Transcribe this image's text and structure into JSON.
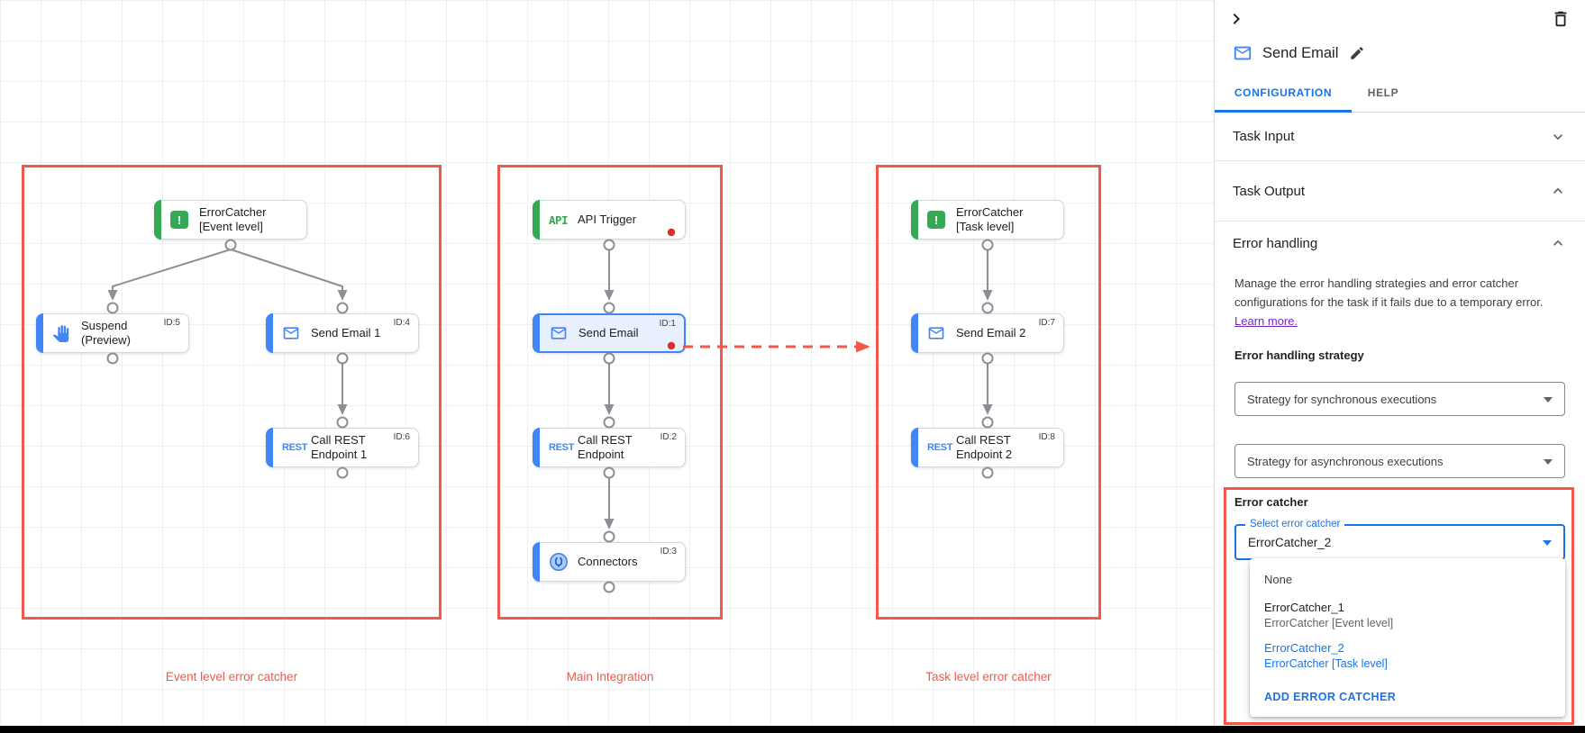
{
  "colors": {
    "annotation_red": "#f2594b",
    "accent_blue": "#1a73e8",
    "node_blue": "#4285f4",
    "node_green": "#34a853",
    "selected_node_bg": "#e8f0fe",
    "edge_gray": "#8a9096",
    "error_dot_red": "#d93025",
    "learn_more_purple": "#7627bb"
  },
  "canvas": {
    "captions": [
      "Event level error catcher",
      "Main Integration",
      "Task level error catcher"
    ],
    "nodes": {
      "ec_event": {
        "label": "ErrorCatcher\n[Event level]",
        "id": "",
        "icon_text": "!"
      },
      "suspend": {
        "label": "Suspend\n(Preview)",
        "id": "ID:5"
      },
      "send_email_1": {
        "label": "Send Email 1",
        "id": "ID:4"
      },
      "call_rest_1": {
        "label": "Call REST\nEndpoint 1",
        "id": "ID:6",
        "icon_text": "REST"
      },
      "api_trigger": {
        "label": "API Trigger",
        "id": "",
        "icon_text": "API"
      },
      "send_email": {
        "label": "Send Email",
        "id": "ID:1"
      },
      "call_rest": {
        "label": "Call REST\nEndpoint",
        "id": "ID:2",
        "icon_text": "REST"
      },
      "connectors": {
        "label": "Connectors",
        "id": "ID:3"
      },
      "ec_task": {
        "label": "ErrorCatcher\n[Task level]",
        "id": "",
        "icon_text": "!"
      },
      "send_email_2": {
        "label": "Send Email 2",
        "id": "ID:7"
      },
      "call_rest_2": {
        "label": "Call REST\nEndpoint 2",
        "id": "ID:8",
        "icon_text": "REST"
      }
    }
  },
  "panel": {
    "title": "Send Email",
    "tabs": [
      {
        "label": "CONFIGURATION",
        "active": true
      },
      {
        "label": "HELP",
        "active": false
      }
    ],
    "sections": [
      {
        "label": "Task Input",
        "state": "collapsed"
      },
      {
        "label": "Task Output",
        "state": "expanded"
      },
      {
        "label": "Error handling",
        "state": "expanded"
      }
    ],
    "error_handling": {
      "description": "Manage the error handling strategies and error catcher configurations for the task if it fails due to a temporary error.",
      "learn_more": "Learn more.",
      "strategy_label": "Error handling strategy",
      "sync_select_value": "Strategy for synchronous executions",
      "async_select_value": "Strategy for asynchronous executions",
      "error_catcher_label": "Error catcher",
      "select_floating_label": "Select error catcher",
      "select_value": "ErrorCatcher_2",
      "menu": {
        "none_label": "None",
        "options": [
          {
            "name": "ErrorCatcher_1",
            "detail": "ErrorCatcher [Event level]",
            "selected": false
          },
          {
            "name": "ErrorCatcher_2",
            "detail": "ErrorCatcher [Task level]",
            "selected": true
          }
        ],
        "add_button": "ADD ERROR CATCHER"
      }
    }
  }
}
